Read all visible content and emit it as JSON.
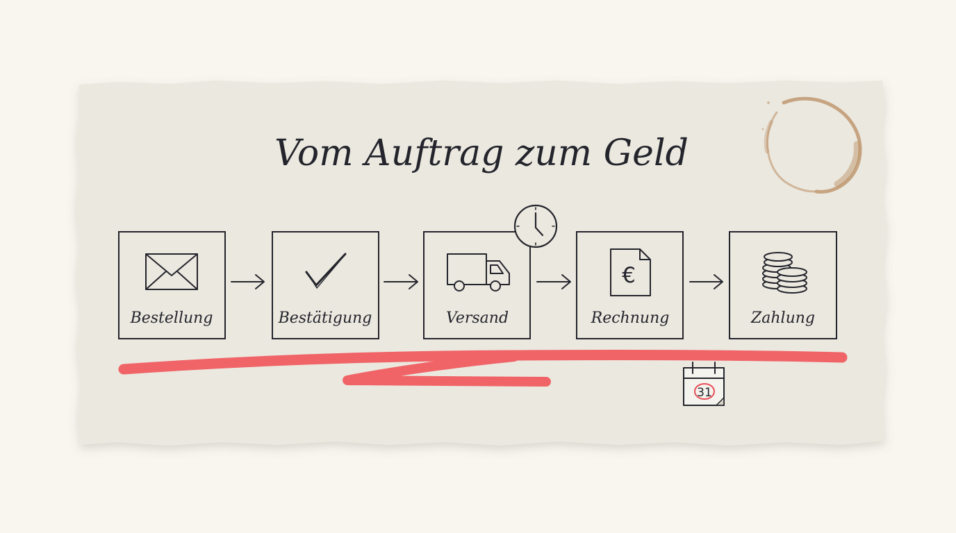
{
  "title": "Vom Auftrag zum Geld",
  "colors": {
    "background": "#f8f6ef",
    "paper": "#ebe8df",
    "ink": "#23242c",
    "highlight": "#f06468",
    "coffee": "#b98d62"
  },
  "steps": [
    {
      "label": "Bestellung",
      "icon": "envelope-icon"
    },
    {
      "label": "Bestätigung",
      "icon": "checkmark-icon"
    },
    {
      "label": "Versand",
      "icon": "truck-icon"
    },
    {
      "label": "Rechnung",
      "icon": "euro-invoice-icon"
    },
    {
      "label": "Zahlung",
      "icon": "coin-stack-icon"
    }
  ],
  "decorations": {
    "clock_icon": "clock-icon",
    "calendar_icon": "calendar-icon",
    "calendar_day": "31",
    "coffee_stain": "coffee-ring"
  }
}
